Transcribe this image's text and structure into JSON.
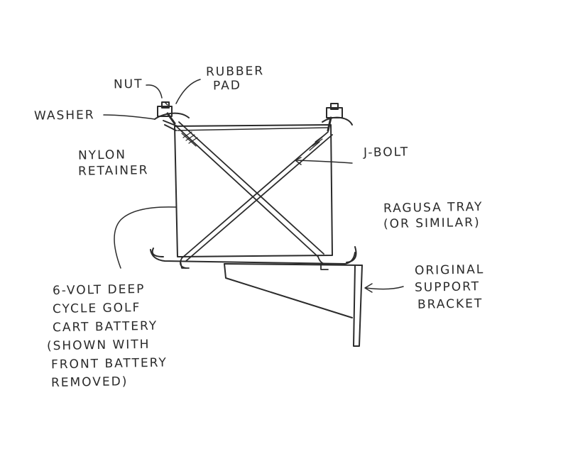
{
  "labels": {
    "nut": "NUT",
    "rubber_pad_1": "RUBBER",
    "rubber_pad_2": "PAD",
    "washer": "WASHER",
    "nylon_1": "NYLON",
    "nylon_2": "RETAINER",
    "j_bolt": "J-BOLT",
    "tray_1": "RAGUSA TRAY",
    "tray_2": "(OR SIMILAR)",
    "bracket_1": "ORIGINAL",
    "bracket_2": "SUPPORT",
    "bracket_3": "BRACKET",
    "battery_1": "6-VOLT DEEP",
    "battery_2": "CYCLE GOLF",
    "battery_3": "CART BATTERY",
    "battery_4": "(SHOWN WITH",
    "battery_5": "FRONT BATTERY",
    "battery_6": "REMOVED)"
  },
  "colors": {
    "ink": "#2b2b2b",
    "paper": "#ffffff"
  }
}
